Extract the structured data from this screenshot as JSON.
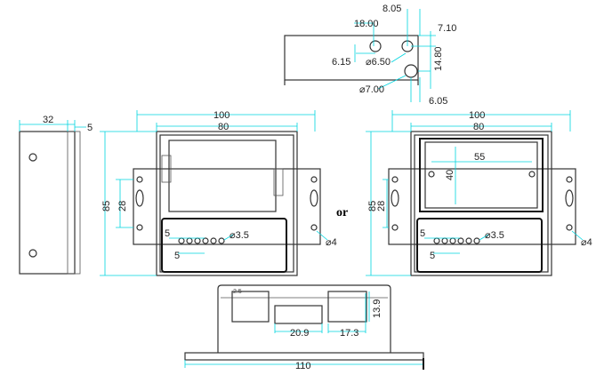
{
  "top_view": {
    "d1": "8.05",
    "d2": "18.00",
    "d3": "7.10",
    "d4": "6.15",
    "d5": "⌀6.50",
    "d6": "14.80",
    "d7": "⌀7.00",
    "d8": "6.05"
  },
  "side_view": {
    "width": "32",
    "gap": "5"
  },
  "front_left": {
    "width": "100",
    "inner": "80",
    "height": "85",
    "hole_pitch": "28",
    "led_pitch_h": "5",
    "led_pitch_v": "5",
    "led_dia": "⌀3.5",
    "mount_dia": "⌀4"
  },
  "separator": "or",
  "front_right": {
    "width": "100",
    "inner": "80",
    "window_w": "55",
    "window_h": "40",
    "height": "85",
    "hole_pitch": "28",
    "led_pitch_h": "5",
    "led_pitch_v": "5",
    "led_dia": "⌀3.5",
    "mount_dia": "⌀4"
  },
  "bottom_view": {
    "small": "2.5",
    "port1": "20.9",
    "port2": "17.3",
    "port_h": "13.9",
    "total": "110"
  },
  "colors": {
    "dimension": "#00d5e0",
    "outline": "#333333"
  }
}
